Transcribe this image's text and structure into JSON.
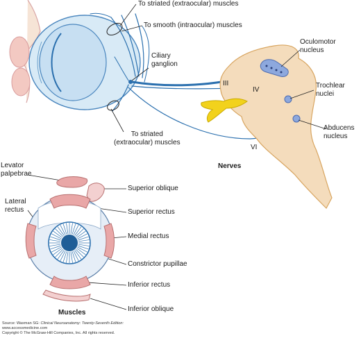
{
  "nerves": {
    "striated_top": "To striated (extraocular) muscles",
    "smooth": "To smooth (intraocular) muscles",
    "ciliary_1": "Ciliary",
    "ciliary_2": "ganglion",
    "oculomotor_1": "Oculomotor",
    "oculomotor_2": "nucleus",
    "trochlear_1": "Trochlear",
    "trochlear_2": "nuclei",
    "abducens_1": "Abducens",
    "abducens_2": "nucleus",
    "nerve_iii": "III",
    "nerve_iv": "IV",
    "nerve_vi": "VI",
    "striated_bottom_1": "To striated",
    "striated_bottom_2": "(extraocular) muscles",
    "heading": "Nerves"
  },
  "muscles": {
    "levator_1": "Levator",
    "levator_2": "palpebrae",
    "lateral_1": "Lateral",
    "lateral_2": "rectus",
    "superior_oblique": "Superior oblique",
    "superior_rectus": "Superior rectus",
    "medial_rectus": "Medial rectus",
    "constrictor": "Constrictor pupillae",
    "inferior_rectus": "Inferior rectus",
    "inferior_oblique": "Inferior oblique",
    "heading": "Muscles"
  },
  "source": {
    "prefix": "Source: Waxman SG: ",
    "title": "Clinical Neuroanatomy: Twenty-Seventh Edition:",
    "site": "www.accessmedicine.com",
    "copyright": "Copyright © The McGraw-Hill Companies, Inc. All rights reserved."
  },
  "colors": {
    "nerve": "#2a6fae",
    "eye_fill": "#cfe3f3",
    "brainstem": "#f4dcbc",
    "muscle": "#e9a7a7",
    "ganglion": "#f2d21c",
    "nucleus": "#8da8dd"
  }
}
